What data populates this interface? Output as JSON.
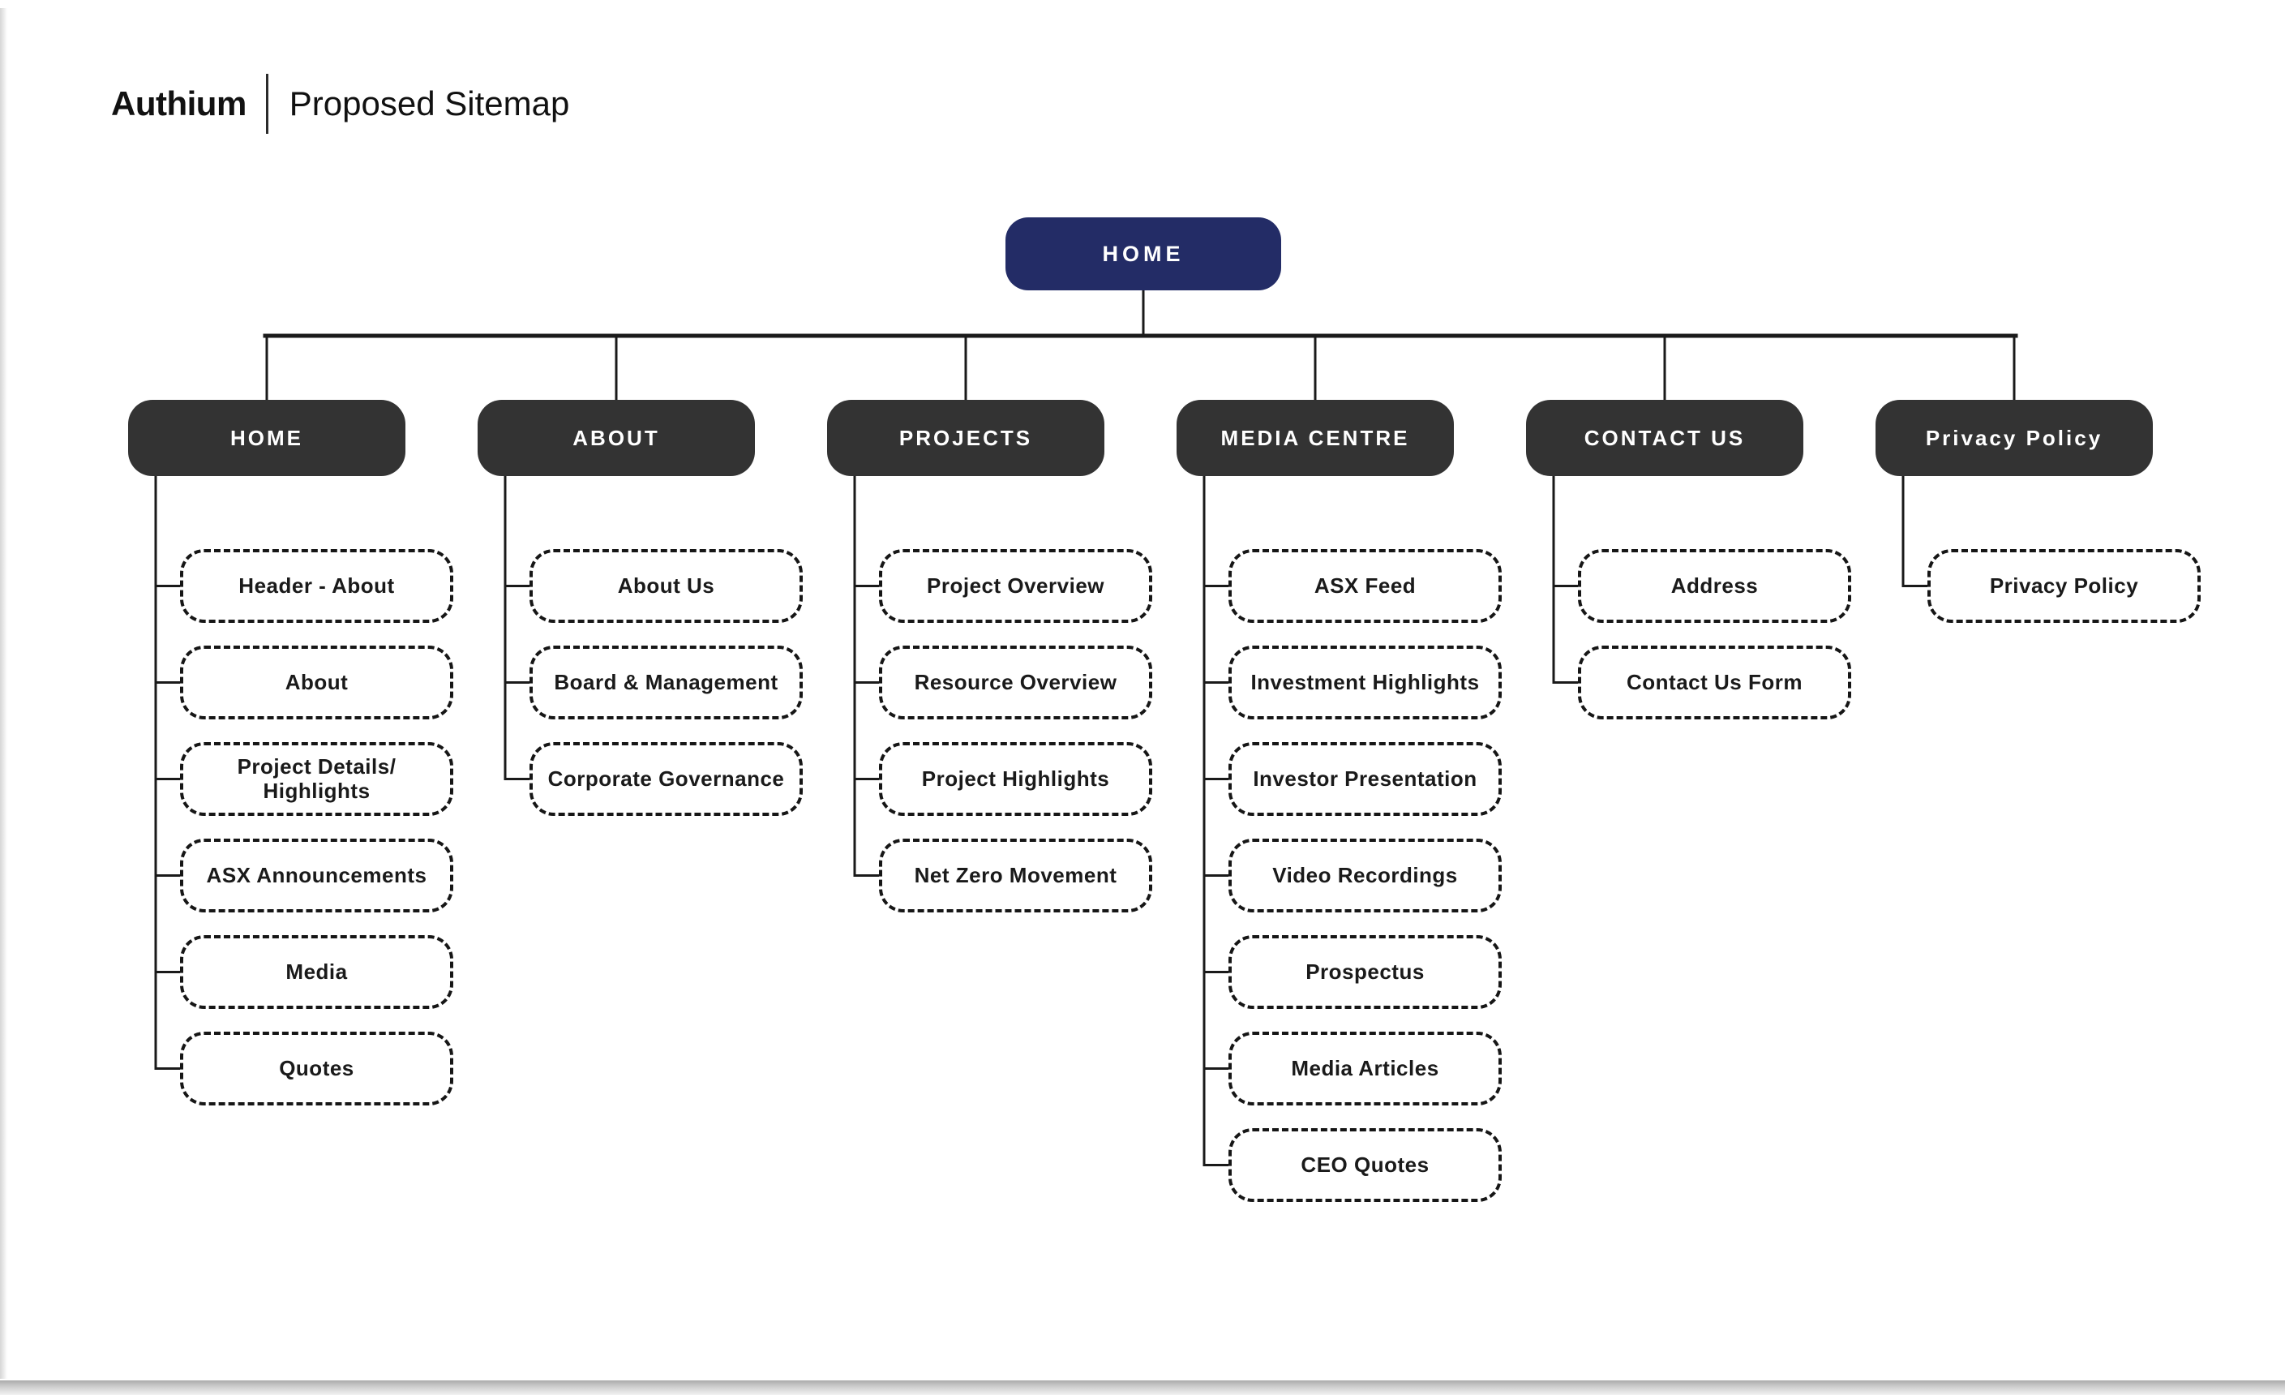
{
  "header": {
    "brand": "Authium",
    "subtitle": "Proposed Sitemap"
  },
  "root": {
    "label": "HOME"
  },
  "columns": [
    {
      "label": "HOME",
      "children": [
        "Header - About",
        "About",
        "Project Details/ Highlights",
        "ASX Announcements",
        "Media",
        "Quotes"
      ]
    },
    {
      "label": "ABOUT",
      "children": [
        "About Us",
        "Board & Management",
        "Corporate Governance"
      ]
    },
    {
      "label": "PROJECTS",
      "children": [
        "Project Overview",
        "Resource Overview",
        "Project Highlights",
        "Net Zero Movement"
      ]
    },
    {
      "label": "MEDIA CENTRE",
      "children": [
        "ASX Feed",
        "Investment Highlights",
        "Investor Presentation",
        "Video Recordings",
        "Prospectus",
        "Media Articles",
        "CEO Quotes"
      ]
    },
    {
      "label": "CONTACT US",
      "children": [
        "Address",
        "Contact Us Form"
      ]
    },
    {
      "label": "Privacy Policy",
      "children": [
        "Privacy Policy"
      ]
    }
  ],
  "colors": {
    "root_node": "#232c66",
    "section_node": "#333333",
    "connector_line": "#1a1a1a",
    "child_border": "#161616",
    "child_text": "#1a1a1a"
  }
}
